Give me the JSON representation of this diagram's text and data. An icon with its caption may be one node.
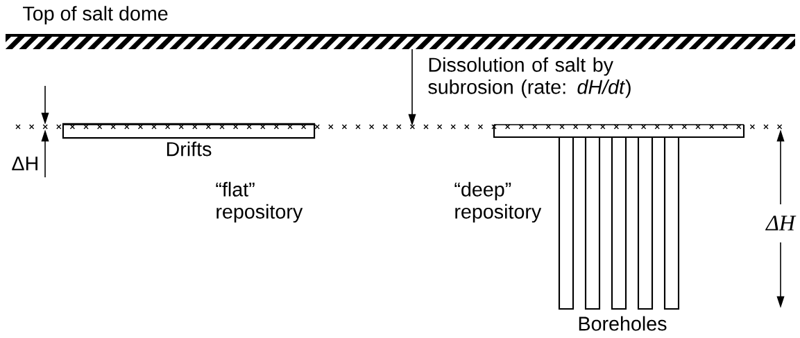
{
  "diagram": {
    "nodes": [
      {
        "text": [
          "Drifts"
        ]
      },
      {
        "text": [],
        "shape": "bar"
      },
      {
        "text": [],
        "shape": "bar"
      },
      {
        "text": [],
        "shape": "bar"
      },
      {
        "text": [],
        "shape": "bar"
      },
      {
        "text": [],
        "shape": "bar"
      },
      {
        "text": [],
        "shape": "bar"
      }
    ],
    "labels": [
      "Top of salt dome",
      "Dissolution of salt by subrosion (rate: *dH/dt*)",
      "ΔH",
      "“flat” repository",
      "“deep” repository",
      "ΔH",
      "Boreholes"
    ]
  }
}
